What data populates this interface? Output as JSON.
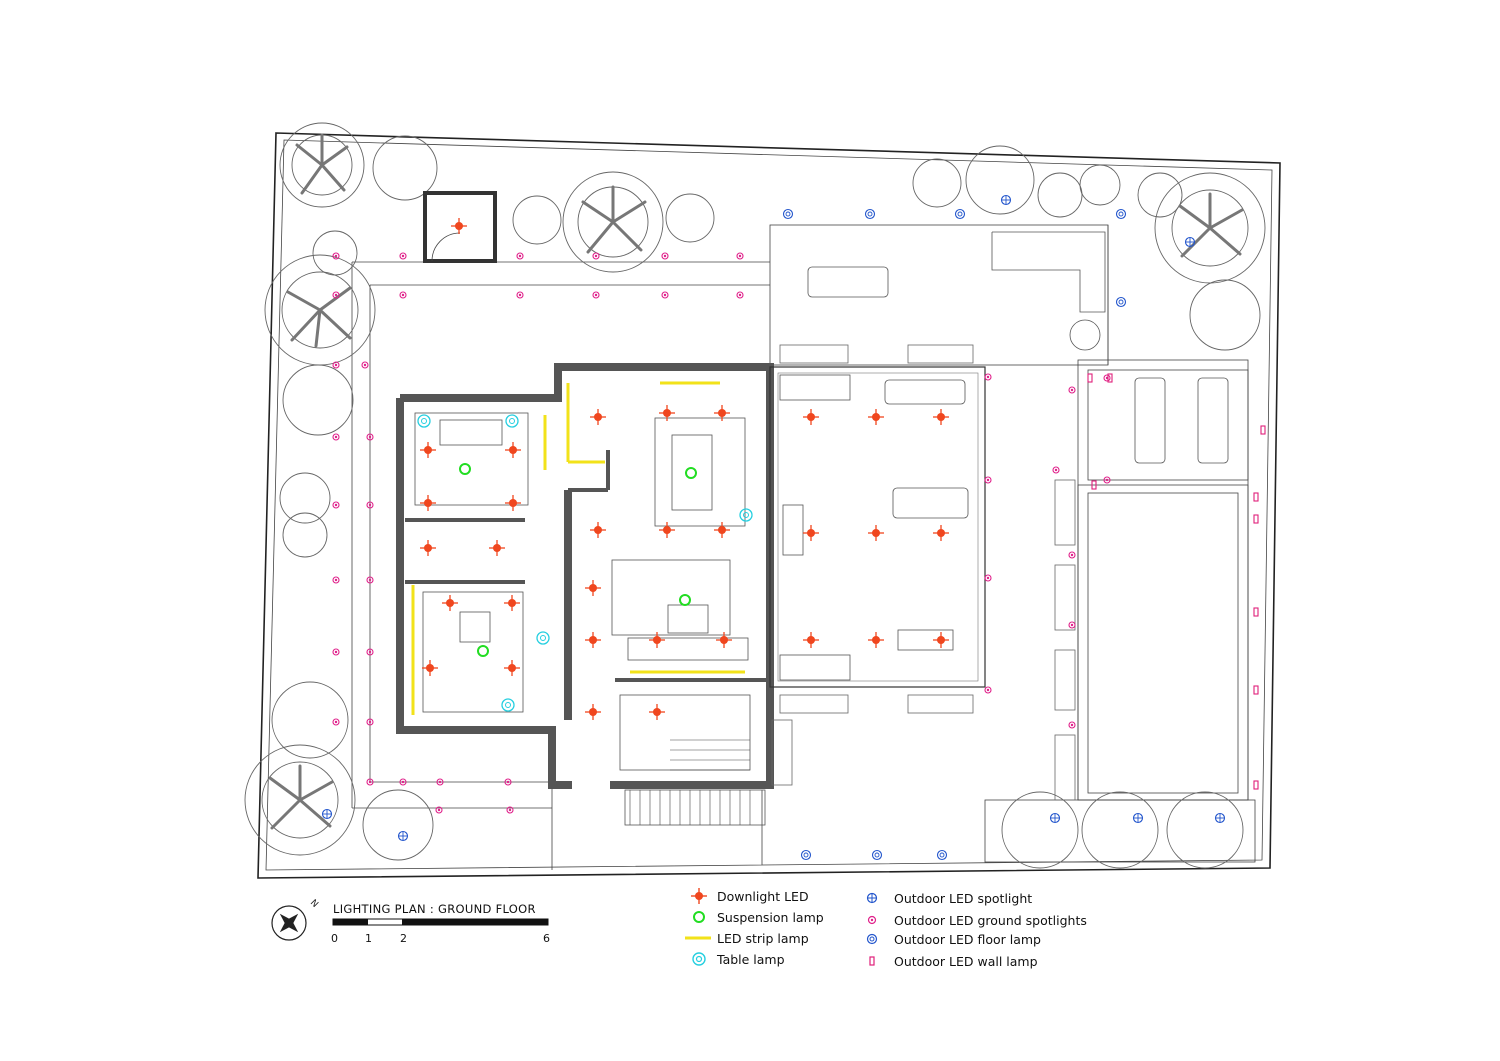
{
  "title": "LIGHTING PLAN : GROUND FLOOR",
  "scale_labels": [
    "0",
    "1",
    "2",
    "6"
  ],
  "north_arrow_label": "N",
  "colors": {
    "downlight": "#f0461e",
    "suspension": "#22dd22",
    "strip": "#f2e21a",
    "table": "#25cfe0",
    "spotlight": "#2255cc",
    "ground": "#e0208a",
    "floor": "#2255cc",
    "wall": "#e0207a",
    "wall_fill": "#555555",
    "line": "#333333"
  },
  "legend": [
    {
      "icon": "downlight-led-icon",
      "label": "Downlight LED"
    },
    {
      "icon": "suspension-lamp-icon",
      "label": "Suspension lamp"
    },
    {
      "icon": "led-strip-lamp-icon",
      "label": "LED strip lamp"
    },
    {
      "icon": "table-lamp-icon",
      "label": "Table lamp"
    },
    {
      "icon": "outdoor-led-spotlight-icon",
      "label": "Outdoor LED spotlight"
    },
    {
      "icon": "outdoor-led-ground-spotlights-icon",
      "label": "Outdoor LED ground spotlights"
    },
    {
      "icon": "outdoor-led-floor-lamp-icon",
      "label": "Outdoor LED floor lamp"
    },
    {
      "icon": "outdoor-led-wall-lamp-icon",
      "label": "Outdoor LED wall lamp"
    }
  ]
}
